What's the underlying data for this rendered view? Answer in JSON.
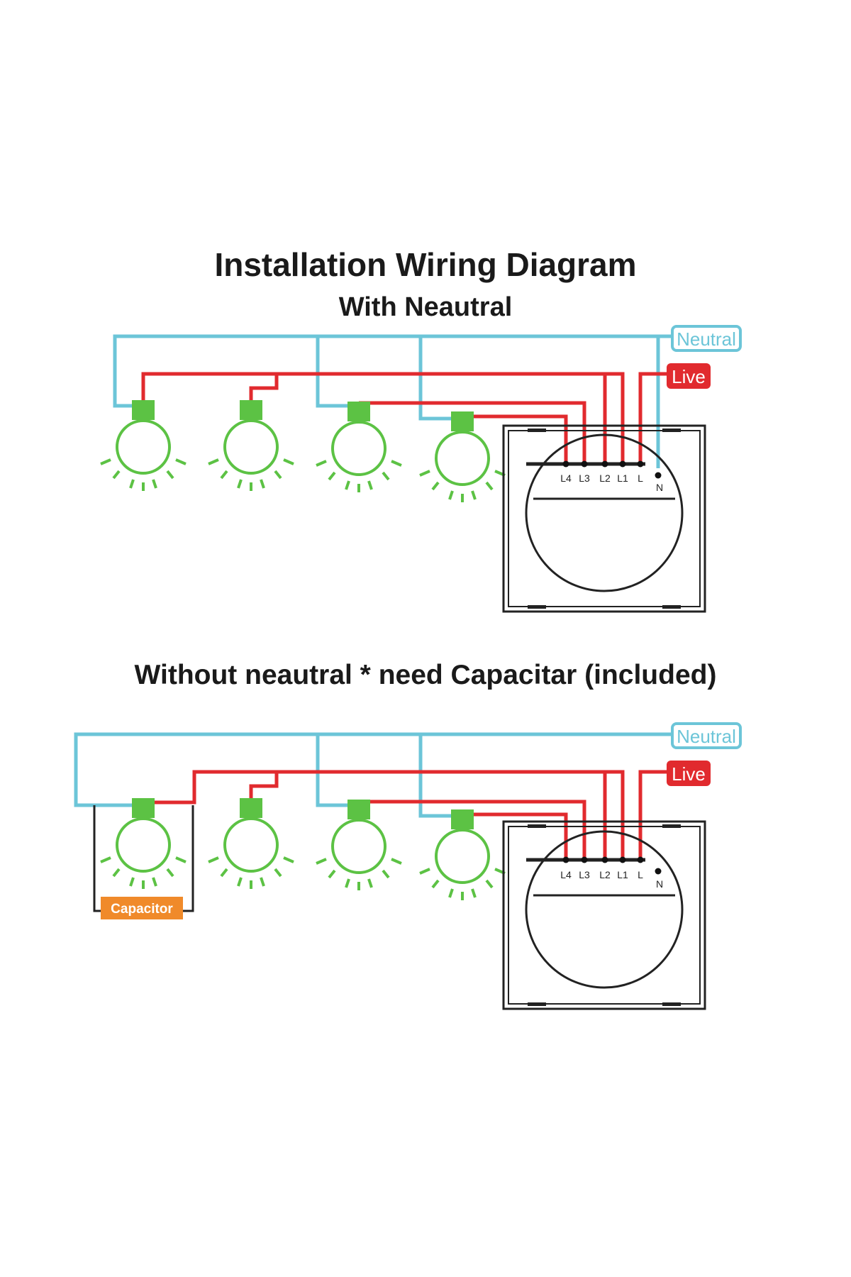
{
  "title": "Installation Wiring Diagram",
  "diagram1": {
    "subtitle": "With Neautral",
    "neutral_label": "Neutral",
    "live_label": "Live",
    "terminals": [
      "L4",
      "L3",
      "L2",
      "L1",
      "L",
      "N"
    ]
  },
  "diagram2": {
    "subtitle": "Without neautral * need Capacitar (included)",
    "neutral_label": "Neutral",
    "live_label": "Live",
    "capacitor_label": "Capacitor",
    "terminals": [
      "L4",
      "L3",
      "L2",
      "L1",
      "L",
      "N"
    ]
  },
  "colors": {
    "neutral": "#6cc5d8",
    "live": "#e12a2e",
    "bulb": "#5cc244",
    "capacitor": "#f08a2a",
    "outline": "#222222"
  }
}
